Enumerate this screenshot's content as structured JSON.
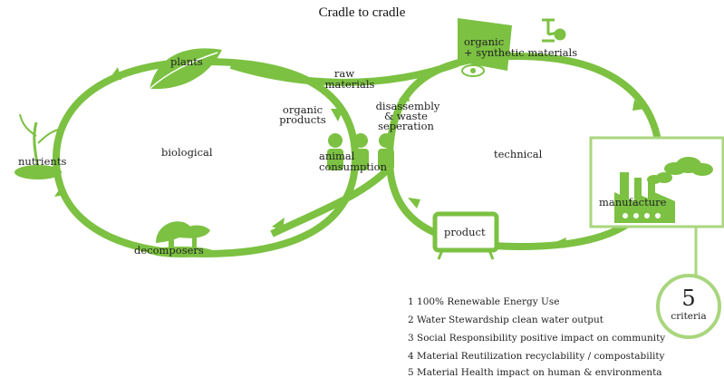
{
  "title": "Cradle to cradle",
  "colors": {
    "green": "#7cc142",
    "dark_green": "#5a9e2a",
    "light_green": "#a9d67e",
    "text": "#222222"
  },
  "cycles": {
    "left": "biological",
    "right": "technical"
  },
  "nodes": {
    "plants": "plants",
    "nutrients": "nutrients",
    "decomposers": "decomposers",
    "raw_materials": [
      "raw",
      "materials"
    ],
    "organic_products": [
      "organic",
      "products"
    ],
    "disassembly": [
      "disassembly",
      "& waste",
      "seperation"
    ],
    "animal_consumption": [
      "animal",
      "consumption"
    ],
    "organic_synthetic": [
      "organic",
      "+ synthetic materials"
    ],
    "product": "product",
    "manufacture": "manufacture"
  },
  "criteria_badge": {
    "number": "5",
    "label": "criteria"
  },
  "criteria": [
    "1 100% Renewable Energy Use",
    "2 Water Stewardship clean water output",
    "3 Social Responsibility positive impact on community",
    "4 Material Reutilization recyclability / compostability",
    "5 Material Health impact on human & environmenta"
  ],
  "icons": [
    "leaf-icon",
    "sprout-icon",
    "mushroom-icon",
    "people-icon",
    "flag-icon",
    "robot-arm-icon",
    "tv-icon",
    "factory-icon",
    "cloud-icon",
    "arrow-icon"
  ]
}
